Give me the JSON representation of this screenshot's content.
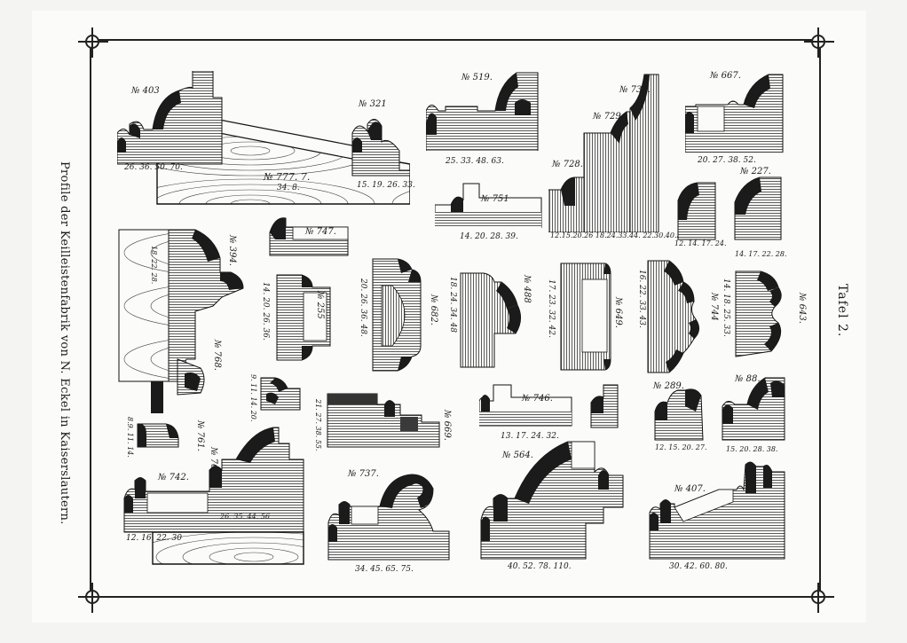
{
  "document": {
    "side_title": "Profile der Keilleistenfabrik von N. Eckel in Kaiserslautern.",
    "plate": "Tafel 2."
  },
  "profiles": [
    {
      "id": "p403",
      "label": "№ 403",
      "dims": "26. 36. 50. 70."
    },
    {
      "id": "p321",
      "label": "№ 321",
      "dims": "15. 19. 26. 33."
    },
    {
      "id": "p777",
      "label": "№ 777. 7.",
      "dims": "34. 8."
    },
    {
      "id": "p519",
      "label": "№ 519.",
      "dims": "25. 33. 48. 63."
    },
    {
      "id": "p751",
      "label": "№ 751",
      "dims": "14. 20. 28. 39."
    },
    {
      "id": "p730",
      "label": "№ 730.",
      "dims": ""
    },
    {
      "id": "p729",
      "label": "№ 729.",
      "dims": ""
    },
    {
      "id": "p728",
      "label": "№ 728.",
      "dims": ""
    },
    {
      "id": "p728d",
      "label": "",
      "dims": "12.15.20.26  18.24.33.44.  22.30.40.52."
    },
    {
      "id": "p667",
      "label": "№ 667.",
      "dims": "20. 27. 38. 52."
    },
    {
      "id": "p227",
      "label": "№ 227.",
      "dims": "12. 14. 17. 24."
    },
    {
      "id": "p227b",
      "label": "",
      "dims": "14. 17. 22. 28."
    },
    {
      "id": "p747",
      "label": "№ 747.",
      "dims": ""
    },
    {
      "id": "p394",
      "label": "№ 394.",
      "dims": "18. 22. 28."
    },
    {
      "id": "p255",
      "label": "№ 255",
      "dims": "14. 20. 26. 36."
    },
    {
      "id": "p682",
      "label": "№ 682.",
      "dims": "20. 26. 36. 48."
    },
    {
      "id": "p488",
      "label": "№ 488",
      "dims": "18. 24. 34. 48"
    },
    {
      "id": "p649",
      "label": "№ 649.",
      "dims": "17. 23. 32. 42."
    },
    {
      "id": "p744",
      "label": "№ 744",
      "dims": "16. 22. 33. 43."
    },
    {
      "id": "p643",
      "label": "№ 643.",
      "dims": "14. 18. 25. 33."
    },
    {
      "id": "p768",
      "label": "№ 768.",
      "dims": ""
    },
    {
      "id": "p768d",
      "label": "",
      "dims": "9. 11. 14. 20."
    },
    {
      "id": "p669",
      "label": "№ 669.",
      "dims": "21. 27. 38. 55."
    },
    {
      "id": "p746",
      "label": "№ 746.",
      "dims": "13. 17. 24. 32."
    },
    {
      "id": "p289",
      "label": "№ 289.",
      "dims": "12. 15. 20. 27."
    },
    {
      "id": "p88",
      "label": "№ 88.",
      "dims": "15. 20. 28. 38."
    },
    {
      "id": "p761",
      "label": "№ 761.",
      "dims": "8.9. 11. 14."
    },
    {
      "id": "p762",
      "label": "№ 762",
      "dims": "26. 35. 44. 56"
    },
    {
      "id": "p742",
      "label": "№ 742.",
      "dims": "12. 16. 22. 30"
    },
    {
      "id": "p737",
      "label": "№ 737.",
      "dims": "34. 45. 65. 75."
    },
    {
      "id": "p564",
      "label": "№ 564.",
      "dims": "40. 52. 78. 110."
    },
    {
      "id": "p407",
      "label": "№ 407.",
      "dims": "30. 42. 60. 80."
    }
  ]
}
